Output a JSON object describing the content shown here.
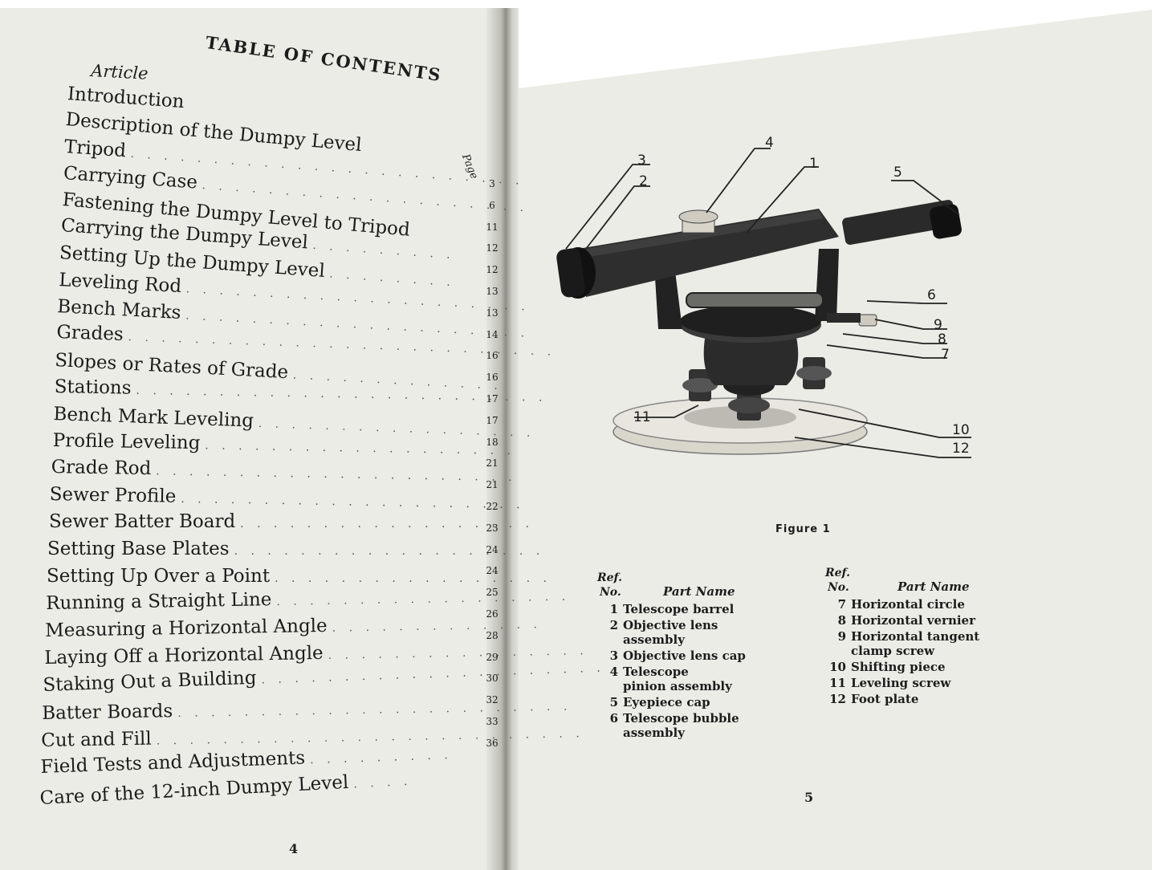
{
  "left_page": {
    "title": "TABLE OF CONTENTS",
    "article_label": "Article",
    "page_label": "Page",
    "entries": [
      "Introduction",
      "Description of the Dumpy Level",
      "Tripod",
      "Carrying Case",
      "Fastening the Dumpy Level to Tripod",
      "Carrying the Dumpy Level",
      "Setting Up the Dumpy Level",
      "Leveling Rod",
      "Bench Marks",
      "Grades",
      "Slopes or Rates of Grade",
      "Stations",
      "Bench Mark Leveling",
      "Profile Leveling",
      "Grade Rod",
      "Sewer Profile",
      "Sewer Batter Board",
      "Setting Base Plates",
      "Setting Up Over a Point",
      "Running a Straight Line",
      "Measuring a Horizontal Angle",
      "Laying Off a Horizontal Angle",
      "Staking Out a Building",
      "Batter Boards",
      "Cut and Fill",
      "Field Tests and Adjustments",
      "Care of the 12-inch Dumpy Level"
    ],
    "pages": [
      "3",
      "6",
      "11",
      "12",
      "12",
      "13",
      "13",
      "14",
      "16",
      "16",
      "17",
      "17",
      "18",
      "21",
      "21",
      "22",
      "23",
      "24",
      "24",
      "25",
      "26",
      "28",
      "29",
      "30",
      "32",
      "33",
      "36"
    ],
    "page_number": "4"
  },
  "right_page": {
    "figure_caption": "Figure 1",
    "callouts": [
      "3",
      "2",
      "4",
      "1",
      "5",
      "6",
      "9",
      "8",
      "7",
      "11",
      "10",
      "12"
    ],
    "ref_label": "Ref.",
    "no_label": "No.",
    "part_name_label": "Part Name",
    "parts_left": [
      {
        "num": "1",
        "name": "Telescope barrel"
      },
      {
        "num": "2",
        "name": "Objective lens assembly"
      },
      {
        "num": "3",
        "name": "Objective lens cap"
      },
      {
        "num": "4",
        "name": "Telescope pinion assembly"
      },
      {
        "num": "5",
        "name": "Eyepiece cap"
      },
      {
        "num": "6",
        "name": "Telescope bubble assembly"
      }
    ],
    "parts_right": [
      {
        "num": "7",
        "name": "Horizontal circle"
      },
      {
        "num": "8",
        "name": "Horizontal vernier"
      },
      {
        "num": "9",
        "name": "Horizontal tangent clamp screw"
      },
      {
        "num": "10",
        "name": "Shifting piece"
      },
      {
        "num": "11",
        "name": "Leveling screw"
      },
      {
        "num": "12",
        "name": "Foot plate"
      }
    ],
    "page_number": "5"
  }
}
